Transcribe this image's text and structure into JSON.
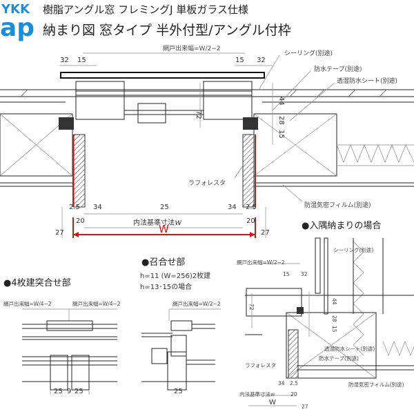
{
  "logo": {
    "top": "YKK",
    "bottom": "ap",
    "color": "#1a8fd8"
  },
  "title": {
    "line1": "樹脂アングル窓 フレミングJ 単板ガラス仕様",
    "line2": "納まり図 窓タイプ 半外付型/アングル付枠"
  },
  "main": {
    "screen_width": "網戸出来幅=W/2−2",
    "top_dims": [
      "32",
      "15",
      "15",
      "32"
    ],
    "vertical_dims": {
      "d72": "72",
      "d44": "44",
      "d28": "28",
      "d15": "15"
    },
    "labels": {
      "sealing": "シーリング(別途)",
      "waterproof_tape": "防水テープ(別途)",
      "breathable_sheet": "透湿防水シート(別途)",
      "laforesta": "ラフォレスタ",
      "vapor_film": "防湿気密フィルム(別途)"
    },
    "bottom_dims": {
      "l25": "2.5",
      "l34": "34",
      "c25": "25",
      "r34": "34",
      "r25": "2.5",
      "l20": "20",
      "r20": "20",
      "inner": "内法基準寸法",
      "inner_w": "w",
      "l27": "27",
      "r27": "27",
      "W": "W"
    },
    "accent": "#d01818"
  },
  "corner": {
    "heading": "●入隅納まりの場合",
    "screen_width": "網戸出来幅=W/2−2",
    "dims": {
      "d15": "15",
      "d32": "32",
      "d72": "72",
      "d44": "44",
      "d28": "28",
      "d15v": "15",
      "d34": "34",
      "d25": "2.5",
      "d20": "20",
      "d27": "27",
      "W": "W"
    },
    "inner": "内法基準寸法",
    "inner_w": "w",
    "labels": {
      "sealing": "シーリング(別途)",
      "breathable_sheet": "透湿防水シート(別途)",
      "waterproof_tape": "防水テープ(別途)",
      "laforesta": "ラフォレスタ",
      "vapor_film": "防湿気密フィルム(別途)"
    }
  },
  "four_panel": {
    "heading": "●4枚建突合せ部",
    "screen_width_left": "網戸出来幅=W/4−2",
    "screen_width_right": "網戸出来幅=W/4−2",
    "dims": [
      "25",
      "9",
      "25"
    ]
  },
  "meeting": {
    "heading": "●召合せ部",
    "note1": "h=11 (W=256)2枚建",
    "note2": "h=13･15の場合",
    "screen_width": "網戸出来幅=W/2−2",
    "dim": "25"
  }
}
